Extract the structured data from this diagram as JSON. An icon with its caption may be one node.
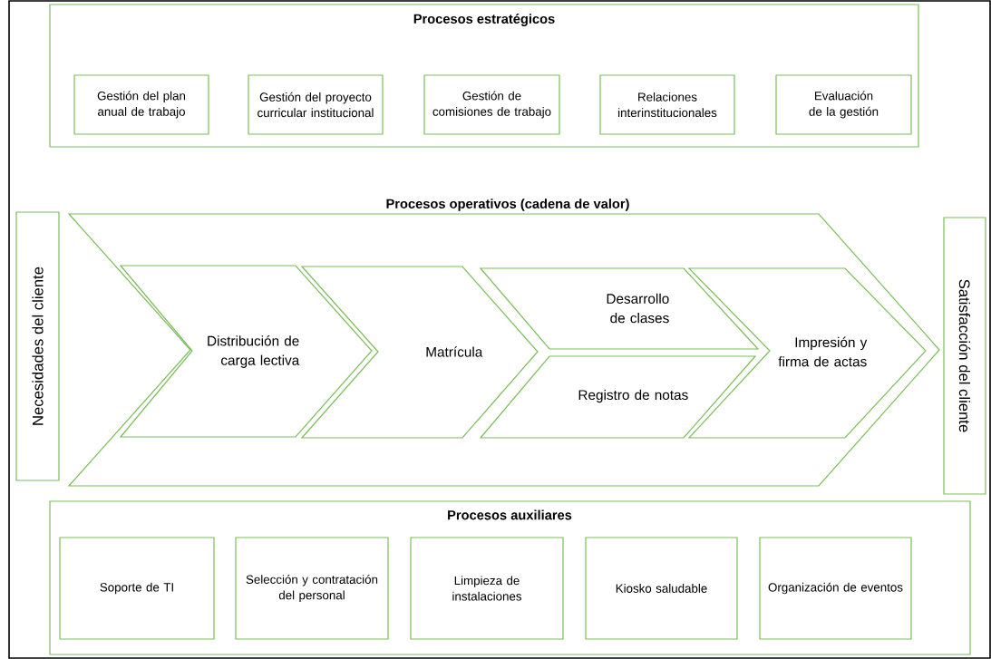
{
  "diagram": {
    "nodes": [
      {
        "text": [
          "Procesos estratégicos"
        ]
      },
      {
        "text": [
          "Gestión del plan anual de trabajo"
        ],
        "in": 0
      },
      {
        "text": [
          "Gestión del proyecto curricular institucional"
        ],
        "in": 0
      },
      {
        "text": [
          "Gestión de comisiones de trabajo"
        ],
        "in": 0
      },
      {
        "text": [
          "Relaciones interinstitucionales"
        ],
        "in": 0
      },
      {
        "text": [
          "Evaluación de la gestión"
        ],
        "in": 0
      },
      {
        "text": [
          "Necesidades del cliente"
        ]
      },
      {
        "text": [
          "Procesos operativos (cadena de valor)"
        ]
      },
      {
        "text": [
          "Distribución de carga lectiva"
        ],
        "in": 7
      },
      {
        "text": [
          "Matrícula"
        ],
        "in": 7
      },
      {
        "text": [
          "Desarrollo de clases"
        ],
        "in": 7
      },
      {
        "text": [
          "Registro de notas"
        ],
        "in": 7
      },
      {
        "text": [
          "Impresión y firma de actas"
        ],
        "in": 7
      },
      {
        "text": [
          "Satisfacción del cliente"
        ]
      },
      {
        "text": [
          "Procesos auxiliares"
        ]
      },
      {
        "text": [
          "Soporte de TI"
        ],
        "in": 14
      },
      {
        "text": [
          "Selección y contratación del personal"
        ],
        "in": 14
      },
      {
        "text": [
          "Limpieza de instalaciones"
        ],
        "in": 14
      },
      {
        "text": [
          "Kiosko saludable"
        ],
        "in": 14
      },
      {
        "text": [
          "Organización de eventos"
        ],
        "in": 14
      }
    ]
  }
}
